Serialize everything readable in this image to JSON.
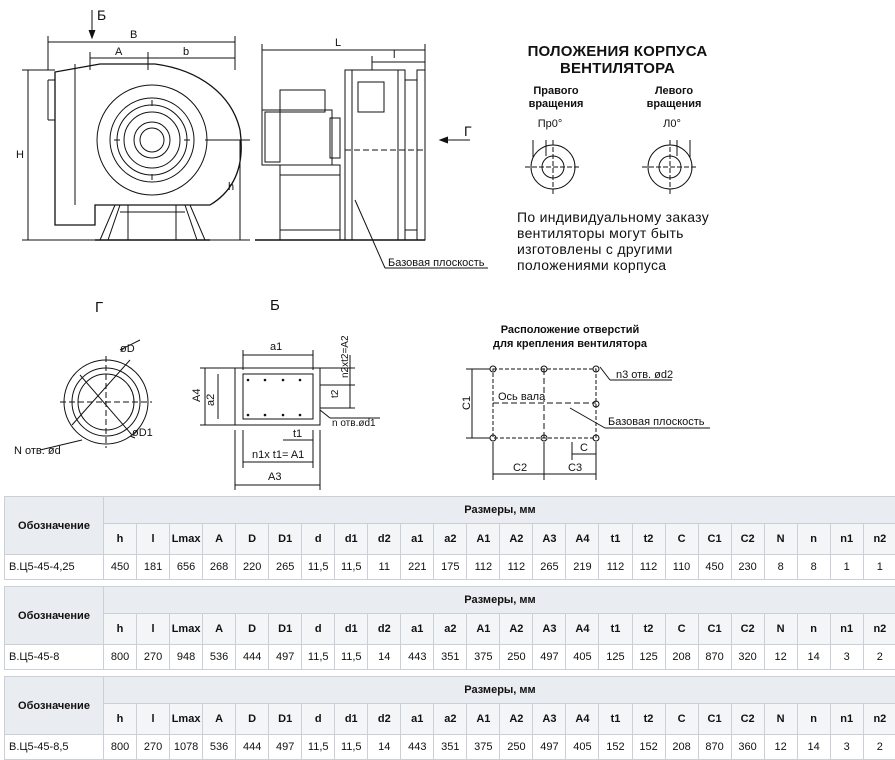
{
  "drawing": {
    "view_labels": {
      "b_arrow": "Б",
      "g_arrow": "Г",
      "g_view": "Г",
      "b_view": "Б"
    },
    "dims": {
      "B": "B",
      "A": "A",
      "b": "b",
      "L": "L",
      "l": "l",
      "H": "H",
      "h": "h",
      "D": "øD",
      "D1": "øD1",
      "N_holes": "N отв. ød",
      "a1": "a1",
      "A4": "A4",
      "a2": "a2",
      "n2t2": "n2xt2=A2",
      "t2": "t2",
      "n_holes": "n отв.ød1",
      "t1": "t1",
      "n1t1": "n1x t1= A1",
      "A3": "A3",
      "C1": "C1",
      "C2": "C2",
      "C3": "C3",
      "C": "C",
      "n3": "n3 отв. ød2"
    },
    "base_plane": "Базовая плоскость",
    "shaft_axis": "Ось вала",
    "mount_base_plane": "Базовая плоскость"
  },
  "positions": {
    "title_line1": "ПОЛОЖЕНИЯ КОРПУСА",
    "title_line2": "ВЕНТИЛЯТОРА",
    "right": {
      "line1": "Правого",
      "line2": "вращения",
      "code": "Пр0°"
    },
    "left": {
      "line1": "Левого",
      "line2": "вращения",
      "code": "Л0°"
    },
    "note": "По индивидуальному заказу вентиляторы могут быть изготовлены с другими положениями корпуса"
  },
  "mounting": {
    "line1": "Расположение отверстий",
    "line2": "для крепления вентилятора"
  },
  "tables": {
    "designation": "Обозначение",
    "dims_header": "Размеры, мм",
    "columns": [
      "h",
      "l",
      "Lmax",
      "A",
      "D",
      "D1",
      "d",
      "d1",
      "d2",
      "a1",
      "a2",
      "A1",
      "A2",
      "A3",
      "A4",
      "t1",
      "t2",
      "C",
      "C1",
      "C2",
      "N",
      "n",
      "n1",
      "n2"
    ],
    "rows": [
      {
        "name": "В.Ц5-45-4,25",
        "values": [
          "450",
          "181",
          "656",
          "268",
          "220",
          "265",
          "11,5",
          "11,5",
          "11",
          "221",
          "175",
          "112",
          "112",
          "265",
          "219",
          "112",
          "112",
          "110",
          "450",
          "230",
          "8",
          "8",
          "1",
          "1"
        ]
      },
      {
        "name": "В.Ц5-45-8",
        "values": [
          "800",
          "270",
          "948",
          "536",
          "444",
          "497",
          "11,5",
          "11,5",
          "14",
          "443",
          "351",
          "375",
          "250",
          "497",
          "405",
          "125",
          "125",
          "208",
          "870",
          "320",
          "12",
          "14",
          "3",
          "2"
        ]
      },
      {
        "name": "В.Ц5-45-8,5",
        "values": [
          "800",
          "270",
          "1078",
          "536",
          "444",
          "497",
          "11,5",
          "11,5",
          "14",
          "443",
          "351",
          "375",
          "250",
          "497",
          "405",
          "152",
          "152",
          "208",
          "870",
          "360",
          "12",
          "14",
          "3",
          "2"
        ]
      }
    ]
  }
}
